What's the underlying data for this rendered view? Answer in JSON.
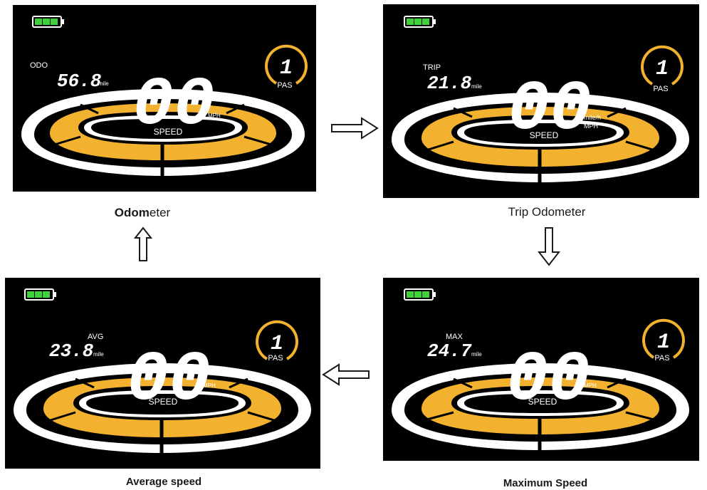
{
  "colors": {
    "amber": "#f2b12e",
    "battery": "#3ed13a",
    "background": "#000000",
    "text": "#ffffff"
  },
  "screens": [
    {
      "id": "odometer",
      "mode_label": "ODO",
      "value": "56.8",
      "value_unit": "mile",
      "speed": "00",
      "speed_label": "SPEED",
      "speed_units": [
        "MPH"
      ],
      "pas_value": "1",
      "pas_label": "PAS",
      "battery_bars": 3,
      "caption_bold": "Odom",
      "caption_rest": "eter"
    },
    {
      "id": "trip",
      "mode_label": "TRIP",
      "value": "21.8",
      "value_unit": "mile",
      "speed": "00",
      "speed_label": "SPEED",
      "speed_units": [
        "mile/h",
        "MPH"
      ],
      "pas_value": "1",
      "pas_label": "PAS",
      "battery_bars": 3,
      "caption": "Trip Odometer"
    },
    {
      "id": "average",
      "mode_label": "AVG",
      "value": "23.8",
      "value_unit": "mile",
      "speed": "00",
      "speed_label": "SPEED",
      "speed_units": [
        "MPH"
      ],
      "pas_value": "1",
      "pas_label": "PAS",
      "battery_bars": 3,
      "caption": "Average speed"
    },
    {
      "id": "maximum",
      "mode_label": "MAX",
      "value": "24.7",
      "value_unit": "mile",
      "speed": "00",
      "speed_label": "SPEED",
      "speed_units": [
        "MPH"
      ],
      "pas_value": "1",
      "pas_label": "PAS",
      "battery_bars": 3,
      "caption": "Maximum Speed"
    }
  ],
  "flow": [
    "odometer",
    "trip",
    "maximum",
    "average",
    "odometer"
  ]
}
